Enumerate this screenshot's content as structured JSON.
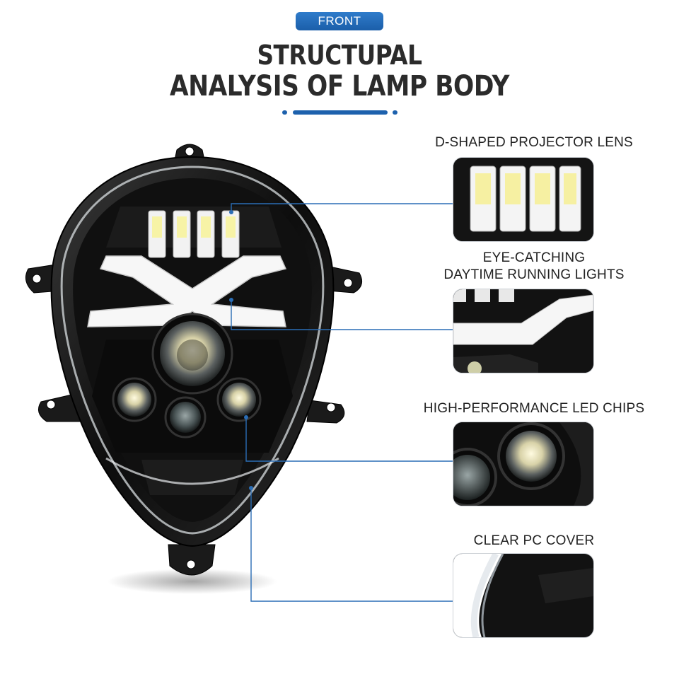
{
  "header": {
    "badge": "FRONT",
    "title_line1": "STRUCTUPAL",
    "title_line2": "ANALYSIS OF LAMP BODY"
  },
  "features": [
    {
      "label": "D-SHAPED PROJECTOR LENS"
    },
    {
      "label_line1": "EYE-CATCHING",
      "label_line2": "DAYTIME RUNNING LIGHTS"
    },
    {
      "label": "HIGH-PERFORMANCE LED CHIPS"
    },
    {
      "label": "CLEAR PC COVER"
    }
  ],
  "colors": {
    "accent": "#1d61ad",
    "leader": "#2a6db5",
    "title": "#2b2b2b",
    "lamp_body": "#141414"
  }
}
